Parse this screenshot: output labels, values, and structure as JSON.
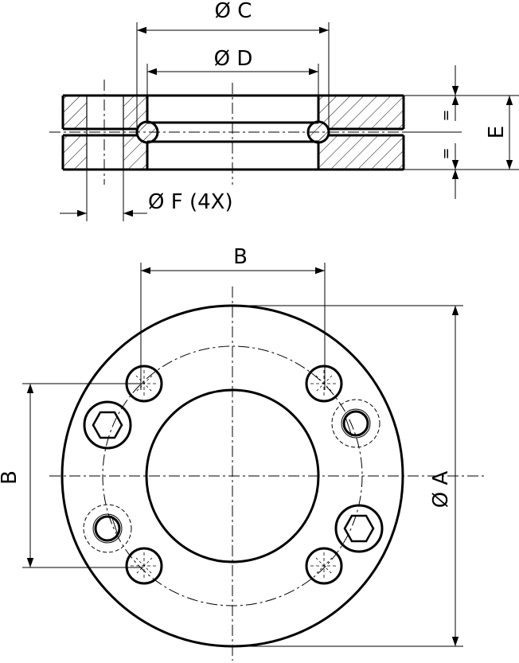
{
  "labels": {
    "dia_c": "Ø C",
    "dia_d": "Ø D",
    "dia_f": "Ø F (4X)",
    "dim_e": "E",
    "equal_top": "=",
    "equal_bottom": "=",
    "dim_b_horizontal": "B",
    "dim_b_vertical": "B",
    "dia_a": "Ø A"
  },
  "colors": {
    "line": "#000000",
    "background": "#ffffff"
  }
}
